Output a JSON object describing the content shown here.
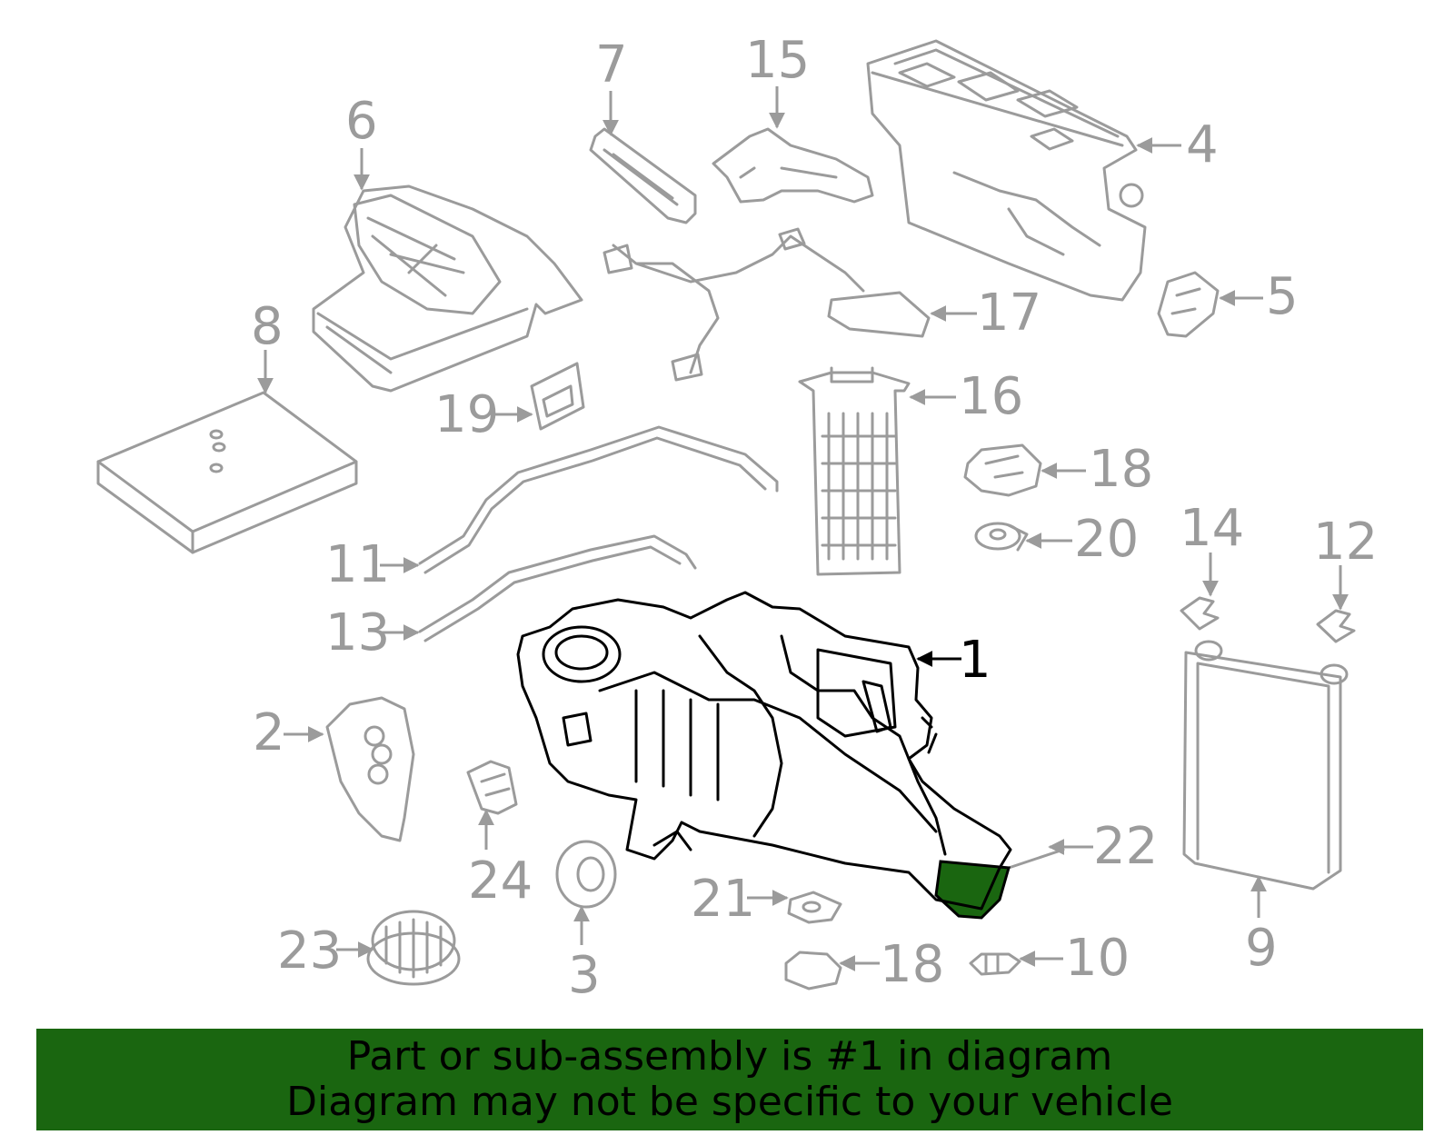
{
  "colors": {
    "part_stroke": "#9b9b9b",
    "highlight_stroke": "#000000",
    "highlight_fill": "#1a6610",
    "banner_bg": "#1a6610",
    "banner_text": "#000000"
  },
  "callouts": {
    "c1": "1",
    "c2": "2",
    "c3": "3",
    "c4": "4",
    "c5": "5",
    "c6": "6",
    "c7": "7",
    "c8": "8",
    "c9": "9",
    "c10": "10",
    "c11": "11",
    "c12": "12",
    "c13": "13",
    "c14": "14",
    "c15": "15",
    "c16": "16",
    "c17": "17",
    "c18a": "18",
    "c18b": "18",
    "c19": "19",
    "c20": "20",
    "c21": "21",
    "c22": "22",
    "c23": "23",
    "c24": "24"
  },
  "highlighted_part": "1",
  "banner": {
    "line1": "Part or sub-assembly is #1 in diagram",
    "line2": "Diagram may not be specific to your vehicle"
  }
}
